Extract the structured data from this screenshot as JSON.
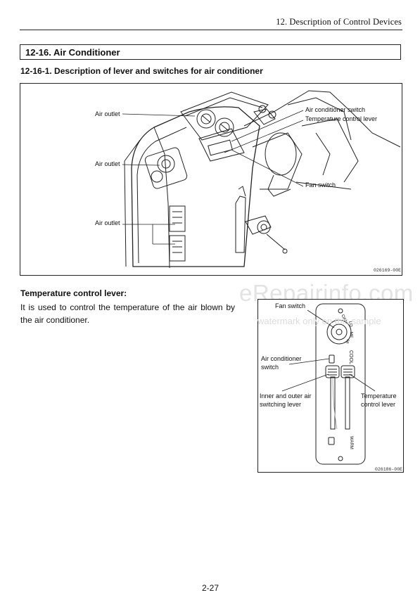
{
  "header": {
    "running_title": "12. Description of Control Devices"
  },
  "section": {
    "title": "12-16. Air Conditioner"
  },
  "subsection": {
    "title": "12-16-1. Description of lever and switches for air conditioner"
  },
  "figure1": {
    "labels": {
      "air_outlet_1": "Air outlet",
      "air_outlet_2": "Air outlet",
      "air_outlet_3": "Air outlet",
      "ac_switch": "Air conditioner switch",
      "temp_lever": "Temperature control lever",
      "fan_switch": "Fan switch"
    },
    "code": "026169-00E"
  },
  "temperature_lever": {
    "heading": "Temperature control lever:",
    "description": "It is used to control the temperature of the air blown by the air conditioner."
  },
  "figure2": {
    "labels": {
      "fan_switch": "Fan switch",
      "ac_switch_l1": "Air conditioner",
      "ac_switch_l2": "switch",
      "inner_outer_l1": "Inner and outer air",
      "inner_outer_l2": "switching lever",
      "temp_l1": "Temperature",
      "temp_l2": "control lever"
    },
    "dial_marks": [
      "OFF",
      "LO",
      "ME",
      "HI"
    ],
    "cool_label": "COOL",
    "warm_label": "WARM",
    "code": "026186-00E"
  },
  "watermark": {
    "main": "eRepairinfo.com",
    "sub": "watermark only on this sample"
  },
  "footer": {
    "page_number": "2-27"
  }
}
